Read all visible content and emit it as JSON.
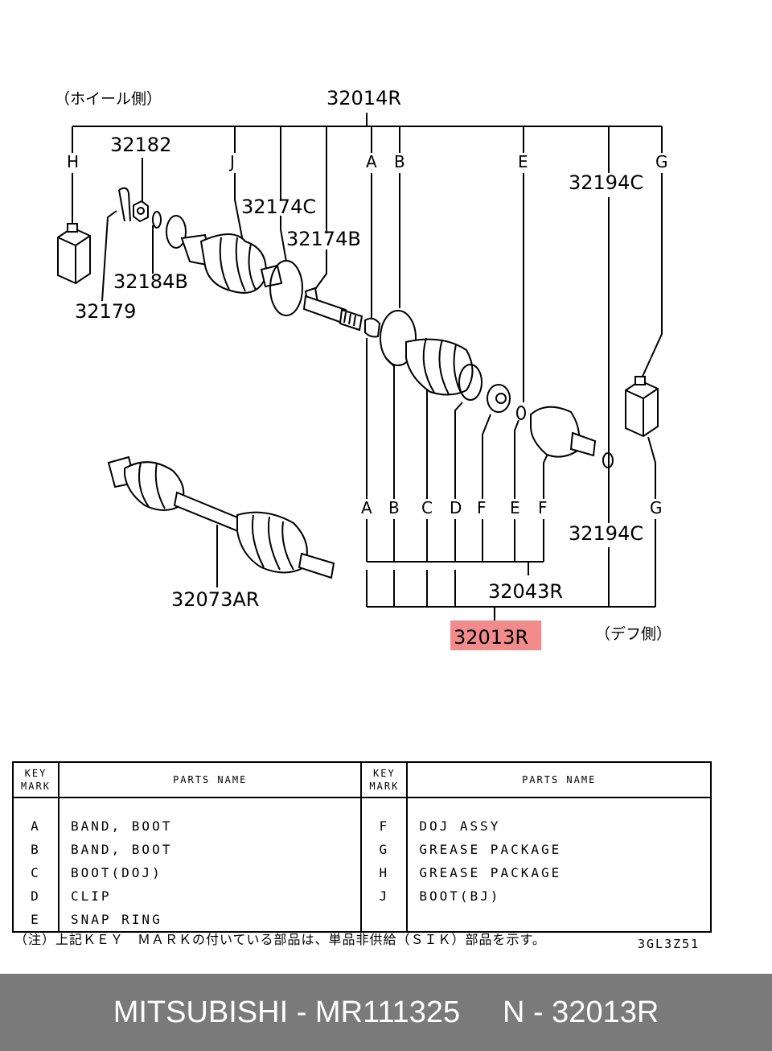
{
  "diagram": {
    "wheel_side_label": "（ホイール側）",
    "diff_side_label": "（デフ側）",
    "assembly_top": "32014R",
    "assembly_mid": "32043R",
    "assembly_bottom": "32013R",
    "highlight_color": "#f28c8c",
    "top_keys": [
      "H",
      "J",
      "A",
      "B",
      "E",
      "G"
    ],
    "bottom_keys": [
      "A",
      "B",
      "C",
      "D",
      "F",
      "E",
      "F",
      "G"
    ],
    "part_numbers": {
      "p32182": "32182",
      "p32174C": "32174C",
      "p32174B": "32174B",
      "p32184B": "32184B",
      "p32179": "32179",
      "p32194C_top": "32194C",
      "p32194C_bottom": "32194C",
      "p32073AR": "32073AR"
    }
  },
  "table": {
    "headers": {
      "key_mark_line1": "KEY",
      "key_mark_line2": "MARK",
      "parts_name": "PARTS NAME"
    },
    "left_rows": [
      {
        "key": "A",
        "name": "BAND, BOOT"
      },
      {
        "key": "B",
        "name": "BAND, BOOT"
      },
      {
        "key": "C",
        "name": "BOOT(DOJ)"
      },
      {
        "key": "D",
        "name": "CLIP"
      },
      {
        "key": "E",
        "name": "SNAP RING"
      }
    ],
    "right_rows": [
      {
        "key": "F",
        "name": "DOJ ASSY"
      },
      {
        "key": "G",
        "name": "GREASE PACKAGE"
      },
      {
        "key": "H",
        "name": "GREASE PACKAGE"
      },
      {
        "key": "J",
        "name": "BOOT(BJ)"
      },
      {
        "key": "",
        "name": ""
      }
    ]
  },
  "note": "（注）上記ＫＥＹ　ＭＡＲＫの付いている部品は、単品非供給（ＳＩＫ）部品を示す。",
  "drawing_code": "3GL3Z51",
  "footer": {
    "text": "MITSUBISHI - MR111325     N - 32013R"
  }
}
